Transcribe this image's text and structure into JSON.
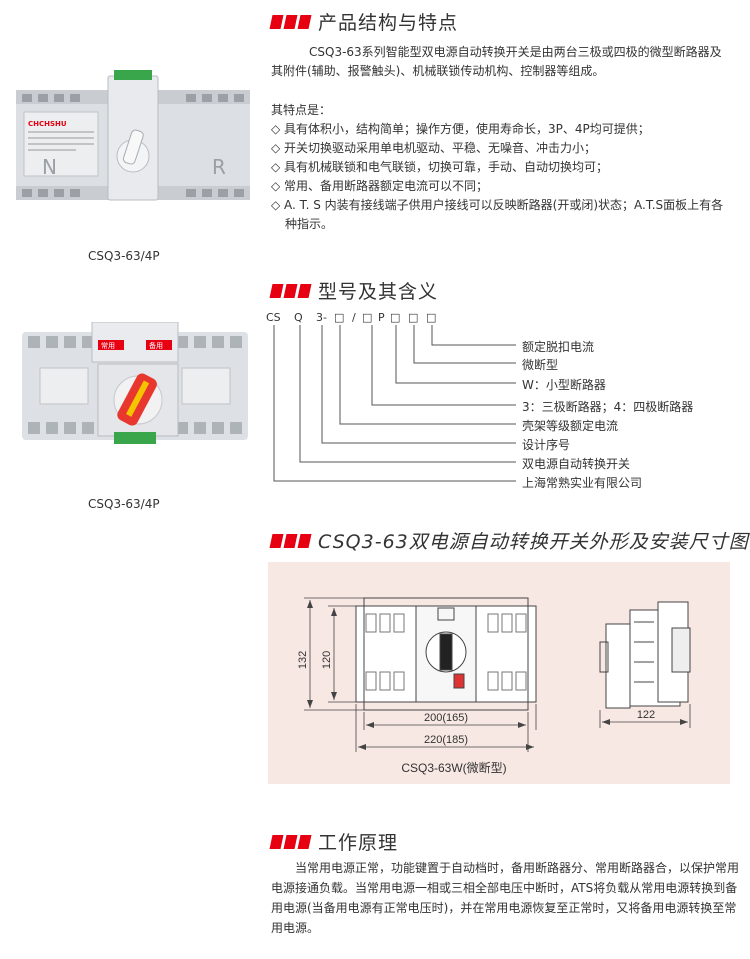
{
  "section1": {
    "title": "产品结构与特点",
    "intro": "CSQ3-63系列智能型双电源自动转换开关是由两台三极或四极的微型断路器及其附件(辅助、报警触头)、机械联锁传动机构、控制器等组成。",
    "features_heading": "其特点是：",
    "features": [
      "◇ 具有体积小，结构简单；操作方便，使用寿命长，3P、4P均可提供；",
      "◇ 开关切换驱动采用单电机驱动、平稳、无噪音、冲击力小；",
      "◇ 具有机械联锁和电气联锁，切换可靠，手动、自动切换均可；",
      "◇ 常用、备用断路器额定电流可以不同；",
      "◇ A. T. S 内装有接线端子供用户接线可以反映断路器(开或闭)状态；A.T.S面板上有各种指示。"
    ],
    "image1_caption": "CSQ3-63/4P",
    "image2_caption": "CSQ3-63/4P",
    "product1": {
      "brand": "CHCHSHU",
      "left_mark": "N",
      "right_mark": "R"
    },
    "product2": {
      "left_tag": "常用",
      "right_tag": "备用"
    }
  },
  "section2": {
    "title": "型号及其含义",
    "code_parts": [
      "CS",
      "Q",
      "3-",
      "□",
      "/",
      "□",
      "P",
      "□",
      "□",
      "□"
    ],
    "labels": [
      "额定脱扣电流",
      "微断型",
      "W：小型断路器",
      "3：三极断路器；4：四极断路器",
      "壳架等级额定电流",
      "设计序号",
      "双电源自动转换开关",
      "上海常熟实业有限公司"
    ]
  },
  "section3": {
    "title": "CSQ3-63双电源自动转换开关外形及安装尺寸图",
    "dims": {
      "h_outer": "132",
      "h_inner": "120",
      "w_inner": "200(165)",
      "w_outer": "220(185)",
      "depth": "122"
    },
    "caption": "CSQ3-63W(微断型)"
  },
  "section4": {
    "title": "工作原理",
    "text_lines": [
      "当常用电源正常，功能键置于自动档时，备用断路器分、常用断路器合，以保护常用",
      "电源接通负载。当常用电源一相或三相全部电压中断时，ATS将负载从常用电源转换到备",
      "用电源(当备用电源有正常电压时)，并在常用电源恢复至正常时，又将备用电源转换至常",
      "用电源。"
    ]
  }
}
